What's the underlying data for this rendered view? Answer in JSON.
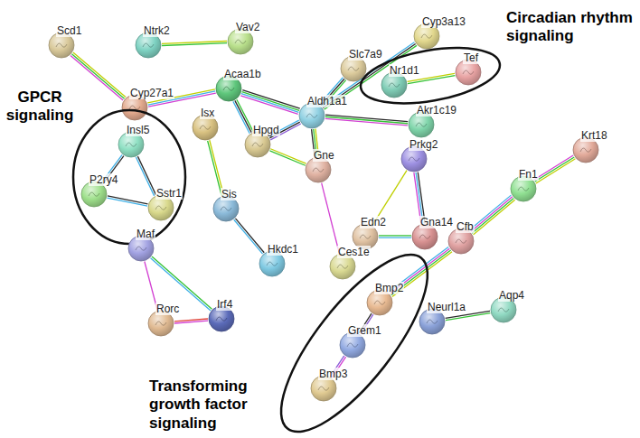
{
  "diagram": {
    "nodes": [
      {
        "text": [
          "Scd1"
        ]
      },
      {
        "text": [
          "Ntrk2"
        ]
      },
      {
        "text": [
          "Vav2"
        ]
      },
      {
        "text": [
          "Cyp3a13"
        ]
      },
      {
        "text": [
          "Circadian rhythm signaling"
        ]
      },
      {
        "text": [
          "Nr1d1"
        ],
        "in": 4
      },
      {
        "text": [
          "Tef"
        ],
        "in": 4
      },
      {
        "text": [
          "Slc7a9"
        ]
      },
      {
        "text": [
          "Cyp27a1"
        ]
      },
      {
        "text": [
          "Acaa1b"
        ]
      },
      {
        "text": [
          "Aldh1a1"
        ]
      },
      {
        "text": [
          "Akr1c19"
        ]
      },
      {
        "text": [
          "GPCR signaling"
        ]
      },
      {
        "text": [
          "Insl5"
        ],
        "in": 12
      },
      {
        "text": [
          "P2ry4"
        ],
        "in": 12
      },
      {
        "text": [
          "Sstr1"
        ],
        "in": 12
      },
      {
        "text": [
          "Isx"
        ]
      },
      {
        "text": [
          "Hpgd"
        ]
      },
      {
        "text": [
          "Krt18"
        ]
      },
      {
        "text": [
          "Prkg2"
        ]
      },
      {
        "text": [
          "Gne"
        ]
      },
      {
        "text": [
          "Fn1"
        ]
      },
      {
        "text": [
          "Sis"
        ]
      },
      {
        "text": [
          "Edn2"
        ]
      },
      {
        "text": [
          "Gna14"
        ]
      },
      {
        "text": [
          "Cfb"
        ]
      },
      {
        "text": [
          "Maf"
        ]
      },
      {
        "text": [
          "Hkdc1"
        ]
      },
      {
        "text": [
          "Ces1e"
        ]
      },
      {
        "text": [
          "Transforming growth factor signaling"
        ]
      },
      {
        "text": [
          "Bmp2"
        ],
        "in": 29
      },
      {
        "text": [
          "Grem1"
        ],
        "in": 29
      },
      {
        "text": [
          "Bmp3"
        ],
        "in": 29
      },
      {
        "text": [
          "Neurl1a"
        ]
      },
      {
        "text": [
          "Aqp4"
        ]
      },
      {
        "text": [
          "Irf4"
        ]
      },
      {
        "text": [
          "Rorc"
        ]
      }
    ],
    "edges": [
      {
        "from": 0,
        "to": 8,
        "arrow": "none"
      },
      {
        "from": 1,
        "to": 2,
        "arrow": "none"
      },
      {
        "from": 8,
        "to": 9,
        "arrow": "none"
      },
      {
        "from": 9,
        "to": 10,
        "arrow": "none"
      },
      {
        "from": 9,
        "to": 17,
        "arrow": "none"
      },
      {
        "from": 7,
        "to": 10,
        "arrow": "none"
      },
      {
        "from": 3,
        "to": 10,
        "arrow": "none"
      },
      {
        "from": 10,
        "to": 11,
        "arrow": "none"
      },
      {
        "from": 10,
        "to": 17,
        "arrow": "none"
      },
      {
        "from": 10,
        "to": 20,
        "arrow": "none"
      },
      {
        "from": 17,
        "to": 20,
        "arrow": "none"
      },
      {
        "from": 20,
        "to": 28,
        "arrow": "none"
      },
      {
        "from": 5,
        "to": 6,
        "arrow": "none"
      },
      {
        "from": 19,
        "to": 23,
        "arrow": "none"
      },
      {
        "from": 19,
        "to": 24,
        "arrow": "none"
      },
      {
        "from": 23,
        "to": 24,
        "arrow": "none"
      },
      {
        "from": 13,
        "to": 14,
        "arrow": "none"
      },
      {
        "from": 13,
        "to": 15,
        "arrow": "none"
      },
      {
        "from": 14,
        "to": 15,
        "arrow": "none"
      },
      {
        "from": 16,
        "to": 22,
        "arrow": "none"
      },
      {
        "from": 22,
        "to": 27,
        "arrow": "none"
      },
      {
        "from": 26,
        "to": 36,
        "arrow": "none"
      },
      {
        "from": 26,
        "to": 35,
        "arrow": "none"
      },
      {
        "from": 36,
        "to": 35,
        "arrow": "none"
      },
      {
        "from": 18,
        "to": 21,
        "arrow": "none"
      },
      {
        "from": 21,
        "to": 25,
        "arrow": "none"
      },
      {
        "from": 25,
        "to": 30,
        "arrow": "none"
      },
      {
        "from": 30,
        "to": 31,
        "arrow": "none"
      },
      {
        "from": 31,
        "to": 32,
        "arrow": "none"
      },
      {
        "from": 33,
        "to": 34,
        "arrow": "none"
      }
    ]
  }
}
